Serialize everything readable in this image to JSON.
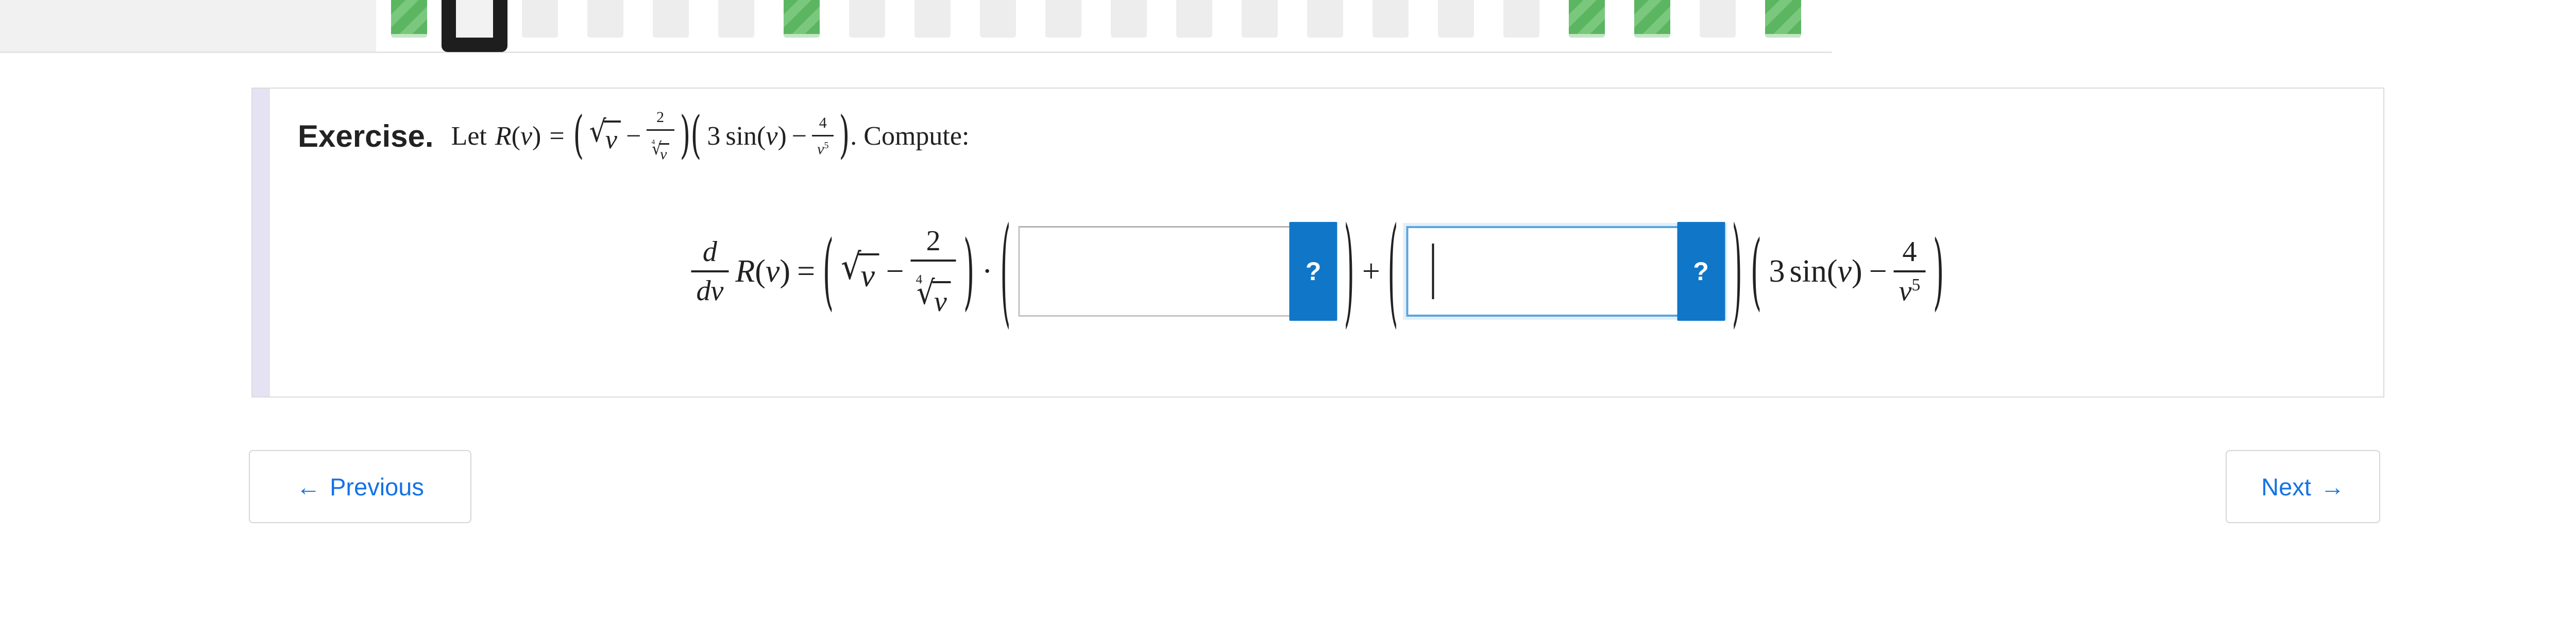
{
  "progress": {
    "squares": [
      "done",
      "current",
      "todo",
      "todo",
      "todo",
      "todo",
      "done",
      "todo",
      "todo",
      "todo",
      "todo",
      "todo",
      "todo",
      "todo",
      "todo",
      "todo",
      "todo",
      "todo",
      "done",
      "done",
      "todo",
      "done"
    ]
  },
  "exercise": {
    "label": "Exercise.",
    "tokens": {
      "let": "Let",
      "R": "R",
      "v": "v",
      "equals": "=",
      "lparen": "(",
      "rparen": ")",
      "sqrt": "√",
      "minus": "−",
      "two": "2",
      "root_index": "4",
      "three": "3",
      "sin": "sin",
      "four": "4",
      "five": "5",
      "cdot": "·",
      "plus": "+",
      "d": "d",
      "dv": "dv",
      "period_compute": ". Compute:"
    }
  },
  "inputs": {
    "help_label": "?",
    "answer1": {
      "value": ""
    },
    "answer2": {
      "value": "",
      "focused": true
    }
  },
  "nav": {
    "previous": {
      "arrow": "←",
      "label": "Previous"
    },
    "next": {
      "label": "Next",
      "arrow": "→"
    }
  },
  "colors": {
    "done_green": "#5cb561",
    "done_green_light": "#79c87d",
    "done_green_pale": "#c2e6c4",
    "todo_gray": "#ededed",
    "current_frame": "#1e1e1e",
    "help_button_blue": "#1076c8",
    "focus_border_blue": "#5aa5dc",
    "link_blue": "#1473e6",
    "accent_lavender": "#e5e2f3"
  }
}
